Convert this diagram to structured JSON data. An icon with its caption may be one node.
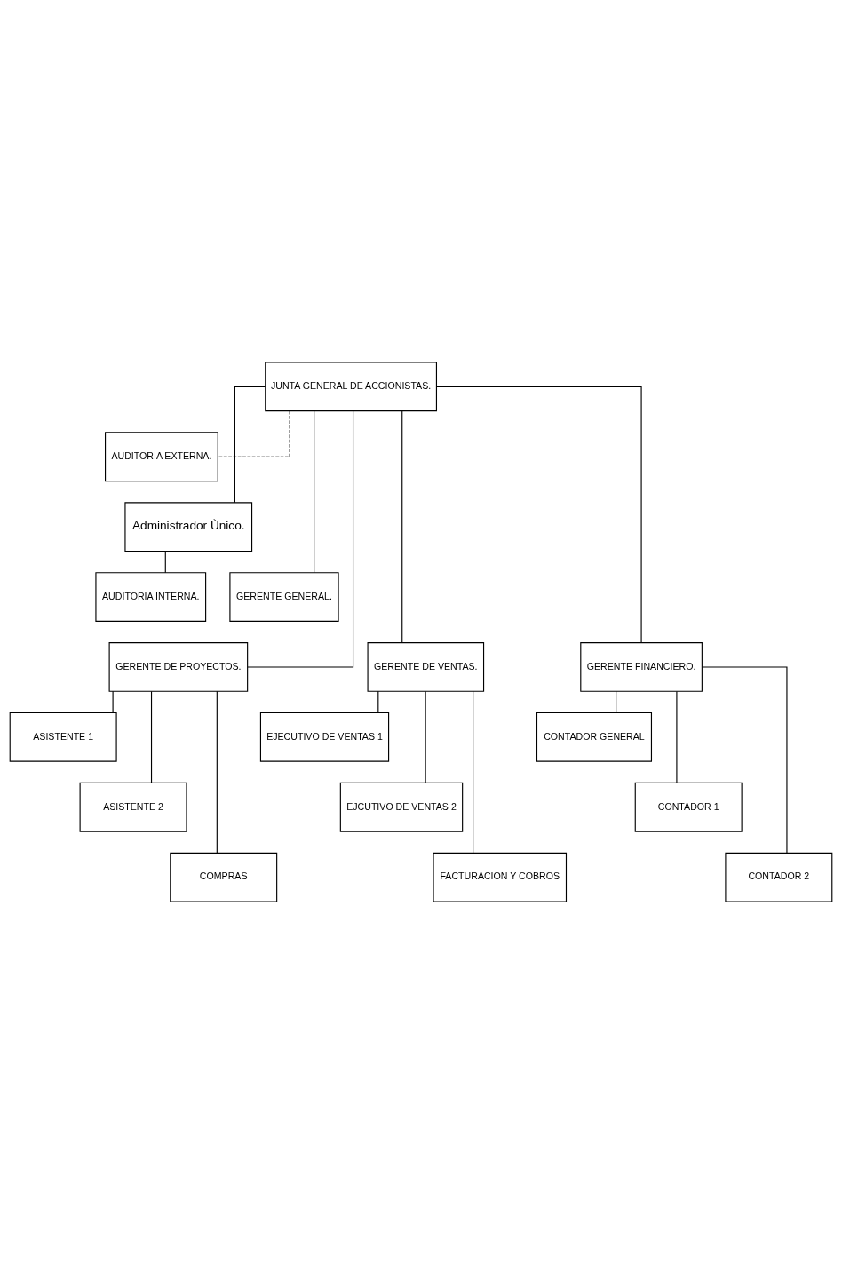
{
  "diagram": {
    "nodes": [
      {
        "text": [
          "JUNTA GENERAL DE ACCIONISTAS."
        ]
      },
      {
        "text": [
          "AUDITORIA EXTERNA."
        ]
      },
      {
        "text": [
          "Administrador Ùnico."
        ]
      },
      {
        "text": [
          "AUDITORIA INTERNA."
        ]
      },
      {
        "text": [
          "GERENTE GENERAL."
        ]
      },
      {
        "text": [
          "GERENTE DE PROYECTOS."
        ]
      },
      {
        "text": [
          "GERENTE DE VENTAS."
        ]
      },
      {
        "text": [
          "GERENTE FINANCIERO."
        ]
      },
      {
        "text": [
          "ASISTENTE 1"
        ]
      },
      {
        "text": [
          "EJECUTIVO DE VENTAS 1"
        ]
      },
      {
        "text": [
          "CONTADOR GENERAL"
        ]
      },
      {
        "text": [
          "ASISTENTE 2"
        ]
      },
      {
        "text": [
          "EJCUTIVO DE VENTAS 2"
        ]
      },
      {
        "text": [
          "CONTADOR 1"
        ]
      },
      {
        "text": [
          "COMPRAS"
        ]
      },
      {
        "text": [
          "FACTURACION Y COBROS"
        ]
      },
      {
        "text": [
          "CONTADOR 2"
        ]
      }
    ],
    "edges": [
      {
        "from": 0,
        "to": 1,
        "arrow": "none",
        "style": "dashed"
      },
      {
        "from": 0,
        "to": 2,
        "arrow": "none"
      },
      {
        "from": 2,
        "to": 3,
        "arrow": "none"
      },
      {
        "from": 0,
        "to": 4,
        "arrow": "none"
      },
      {
        "from": 0,
        "to": 5,
        "arrow": "none"
      },
      {
        "from": 0,
        "to": 6,
        "arrow": "none"
      },
      {
        "from": 0,
        "to": 7,
        "arrow": "none"
      },
      {
        "from": 5,
        "to": 8,
        "arrow": "none"
      },
      {
        "from": 5,
        "to": 11,
        "arrow": "none"
      },
      {
        "from": 5,
        "to": 14,
        "arrow": "none"
      },
      {
        "from": 6,
        "to": 9,
        "arrow": "none"
      },
      {
        "from": 6,
        "to": 12,
        "arrow": "none"
      },
      {
        "from": 6,
        "to": 15,
        "arrow": "none"
      },
      {
        "from": 7,
        "to": 10,
        "arrow": "none"
      },
      {
        "from": 7,
        "to": 13,
        "arrow": "none"
      },
      {
        "from": 7,
        "to": 16,
        "arrow": "none"
      }
    ]
  }
}
